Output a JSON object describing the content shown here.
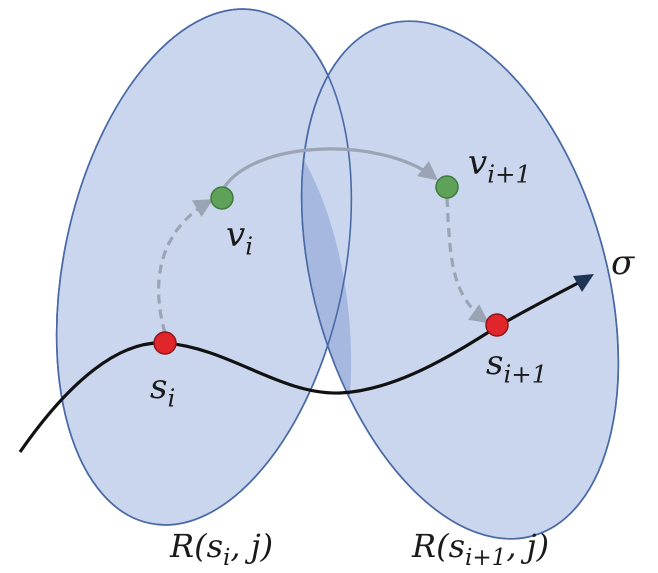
{
  "labels": {
    "v_i": {
      "main": "v",
      "sub": "i"
    },
    "v_i_plus_1": {
      "main": "v",
      "sub": "i+1"
    },
    "s_i": {
      "main": "s",
      "sub": "i"
    },
    "s_i_plus_1": {
      "main": "s",
      "sub": "i+1"
    },
    "sigma": "σ",
    "region_left": {
      "prefix": "R(s",
      "sub": "i",
      "suffix": ", j)"
    },
    "region_right": {
      "prefix": "R(s",
      "sub": "i+1",
      "suffix": ", j)"
    }
  },
  "colors": {
    "region_fill": "#c9d6ee",
    "region_overlap": "#a7b8e0",
    "region_stroke": "#4a6aa6",
    "node_green": "#5ea25a",
    "node_red": "#e0262a",
    "arrow_gray": "#9aa4b4",
    "curve": "#111111",
    "curve_arrow": "#1f3558"
  }
}
